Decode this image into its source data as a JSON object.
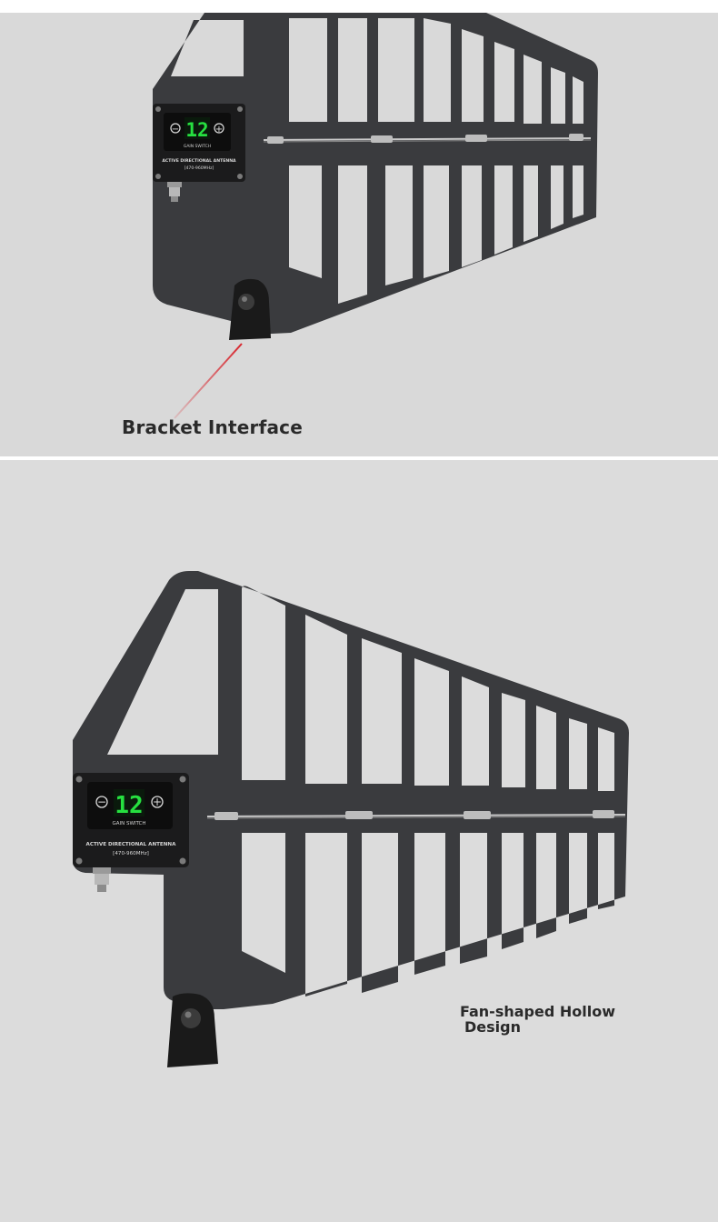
{
  "top_panel": {
    "callout_label": "Bracket Interface",
    "module": {
      "display_value": "12",
      "minus_symbol": "−",
      "plus_symbol": "+",
      "gain_label": "GAIN SWITCH",
      "product_label": "ACTIVE DIRECTIONAL ANTENNA",
      "frequency_label": "[470-960MHz]"
    }
  },
  "bottom_panel": {
    "callout_label_line1": "Fan-shaped Hollow",
    "callout_label_line2": "Design",
    "module": {
      "display_value": "12",
      "minus_symbol": "−",
      "plus_symbol": "+",
      "gain_label": "GAIN SWITCH",
      "product_label": "ACTIVE DIRECTIONAL ANTENNA",
      "frequency_label": "[470-960MHz]"
    }
  },
  "colors": {
    "background_top": "#d9d9d9",
    "background_bottom": "#dcdcdc",
    "antenna_body": "#3a3b3e",
    "module_body": "#1b1b1c",
    "display_digits": "#26e040",
    "callout_line": "#d8262e",
    "caption_text": "#2a2a2a"
  }
}
